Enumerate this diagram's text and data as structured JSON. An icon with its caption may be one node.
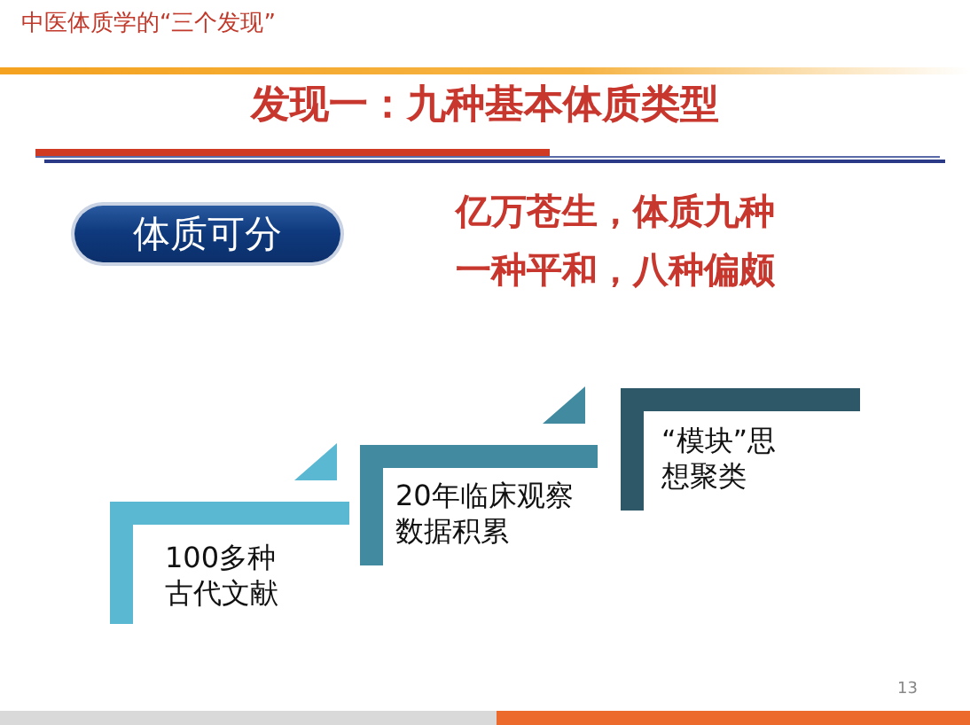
{
  "diagram": {
    "title": "发现一：九种基本体质类型",
    "nodes": [
      {
        "text": [
          "体质可分"
        ]
      },
      {
        "text": [
          "100多种古代文献"
        ]
      },
      {
        "text": [
          "20年临床观察数据积累"
        ]
      },
      {
        "text": [
          "“模块”思想聚类"
        ]
      }
    ],
    "labels": [
      "中医体质学的“三个发现”",
      "亿万苍生，体质九种",
      "一种平和，八种偏颇",
      "13"
    ]
  }
}
